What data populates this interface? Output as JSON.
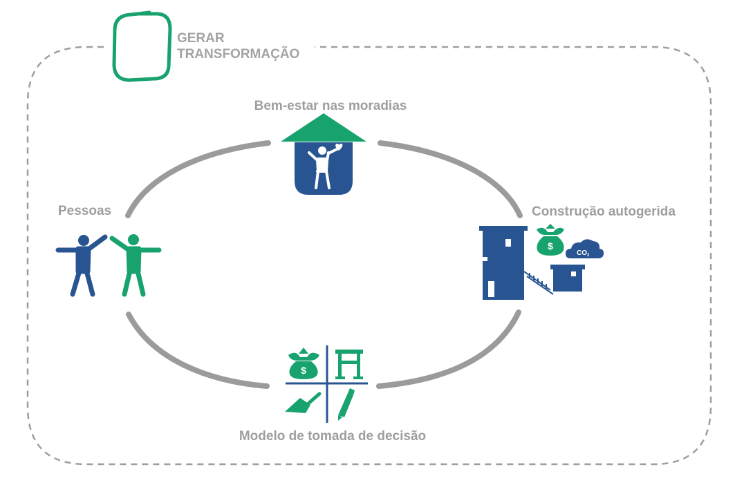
{
  "title": {
    "line1": "GERAR",
    "line2": "TRANSFORMAÇÃO"
  },
  "nodes": {
    "top": "Bem-estar nas moradias",
    "left": "Pessoas",
    "right": "Construção autogerida",
    "bottom": "Modelo de tomada de decisão"
  },
  "icons": {
    "money_bag": "$",
    "co2": "CO₂",
    "co2_main": "CO",
    "co2_sub": "2"
  },
  "colors": {
    "blue": "#285591",
    "green": "#18a36e",
    "cycle_gray": "#9b9b9b",
    "dash_gray": "#9e9e9e"
  }
}
